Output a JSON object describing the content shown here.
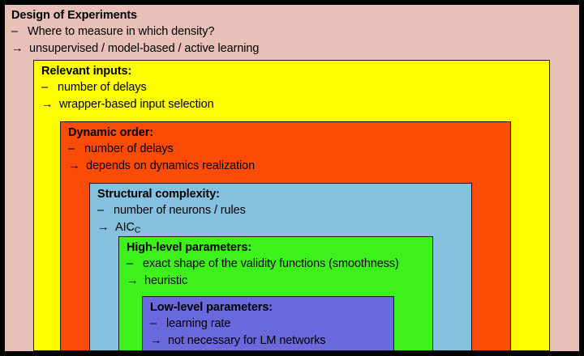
{
  "slide": {
    "background_color": "#e8c0b7",
    "frame_color": "#000000",
    "heading": {
      "title": "Design of Experiments",
      "lines": [
        {
          "mark": "–",
          "text": "Where to measure in which density?"
        },
        {
          "mark": "→",
          "text": "unsupervised / model-based / active learning"
        }
      ]
    },
    "boxes": [
      {
        "id": "relevant-inputs",
        "title": "Relevant inputs:",
        "color": "#ffff00",
        "lines": [
          {
            "mark": "–",
            "text": "number of delays"
          },
          {
            "mark": "→",
            "text": "wrapper-based input selection"
          }
        ]
      },
      {
        "id": "dynamic-order",
        "title": "Dynamic order:",
        "color": "#fa4b07",
        "lines": [
          {
            "mark": "–",
            "text": "number of delays"
          },
          {
            "mark": "→",
            "text": "depends on dynamics realization"
          }
        ]
      },
      {
        "id": "structural-complexity",
        "title": "Structural complexity:",
        "color": "#85c0de",
        "lines": [
          {
            "mark": "–",
            "text": "number of neurons / rules"
          },
          {
            "mark": "→",
            "text": "AIC",
            "subscript": "C"
          }
        ]
      },
      {
        "id": "high-level-parameters",
        "title": "High-level parameters:",
        "color": "#3cf21a",
        "lines": [
          {
            "mark": "–",
            "text": "exact shape of the validity functions (smoothness)"
          },
          {
            "mark": "→",
            "text": "heuristic"
          }
        ]
      },
      {
        "id": "low-level-parameters",
        "title": "Low-level parameters:",
        "color": "#6a68dd",
        "lines": [
          {
            "mark": "–",
            "text": "learning rate"
          },
          {
            "mark": "→",
            "text": "not necessary for LM networks"
          }
        ]
      }
    ]
  }
}
